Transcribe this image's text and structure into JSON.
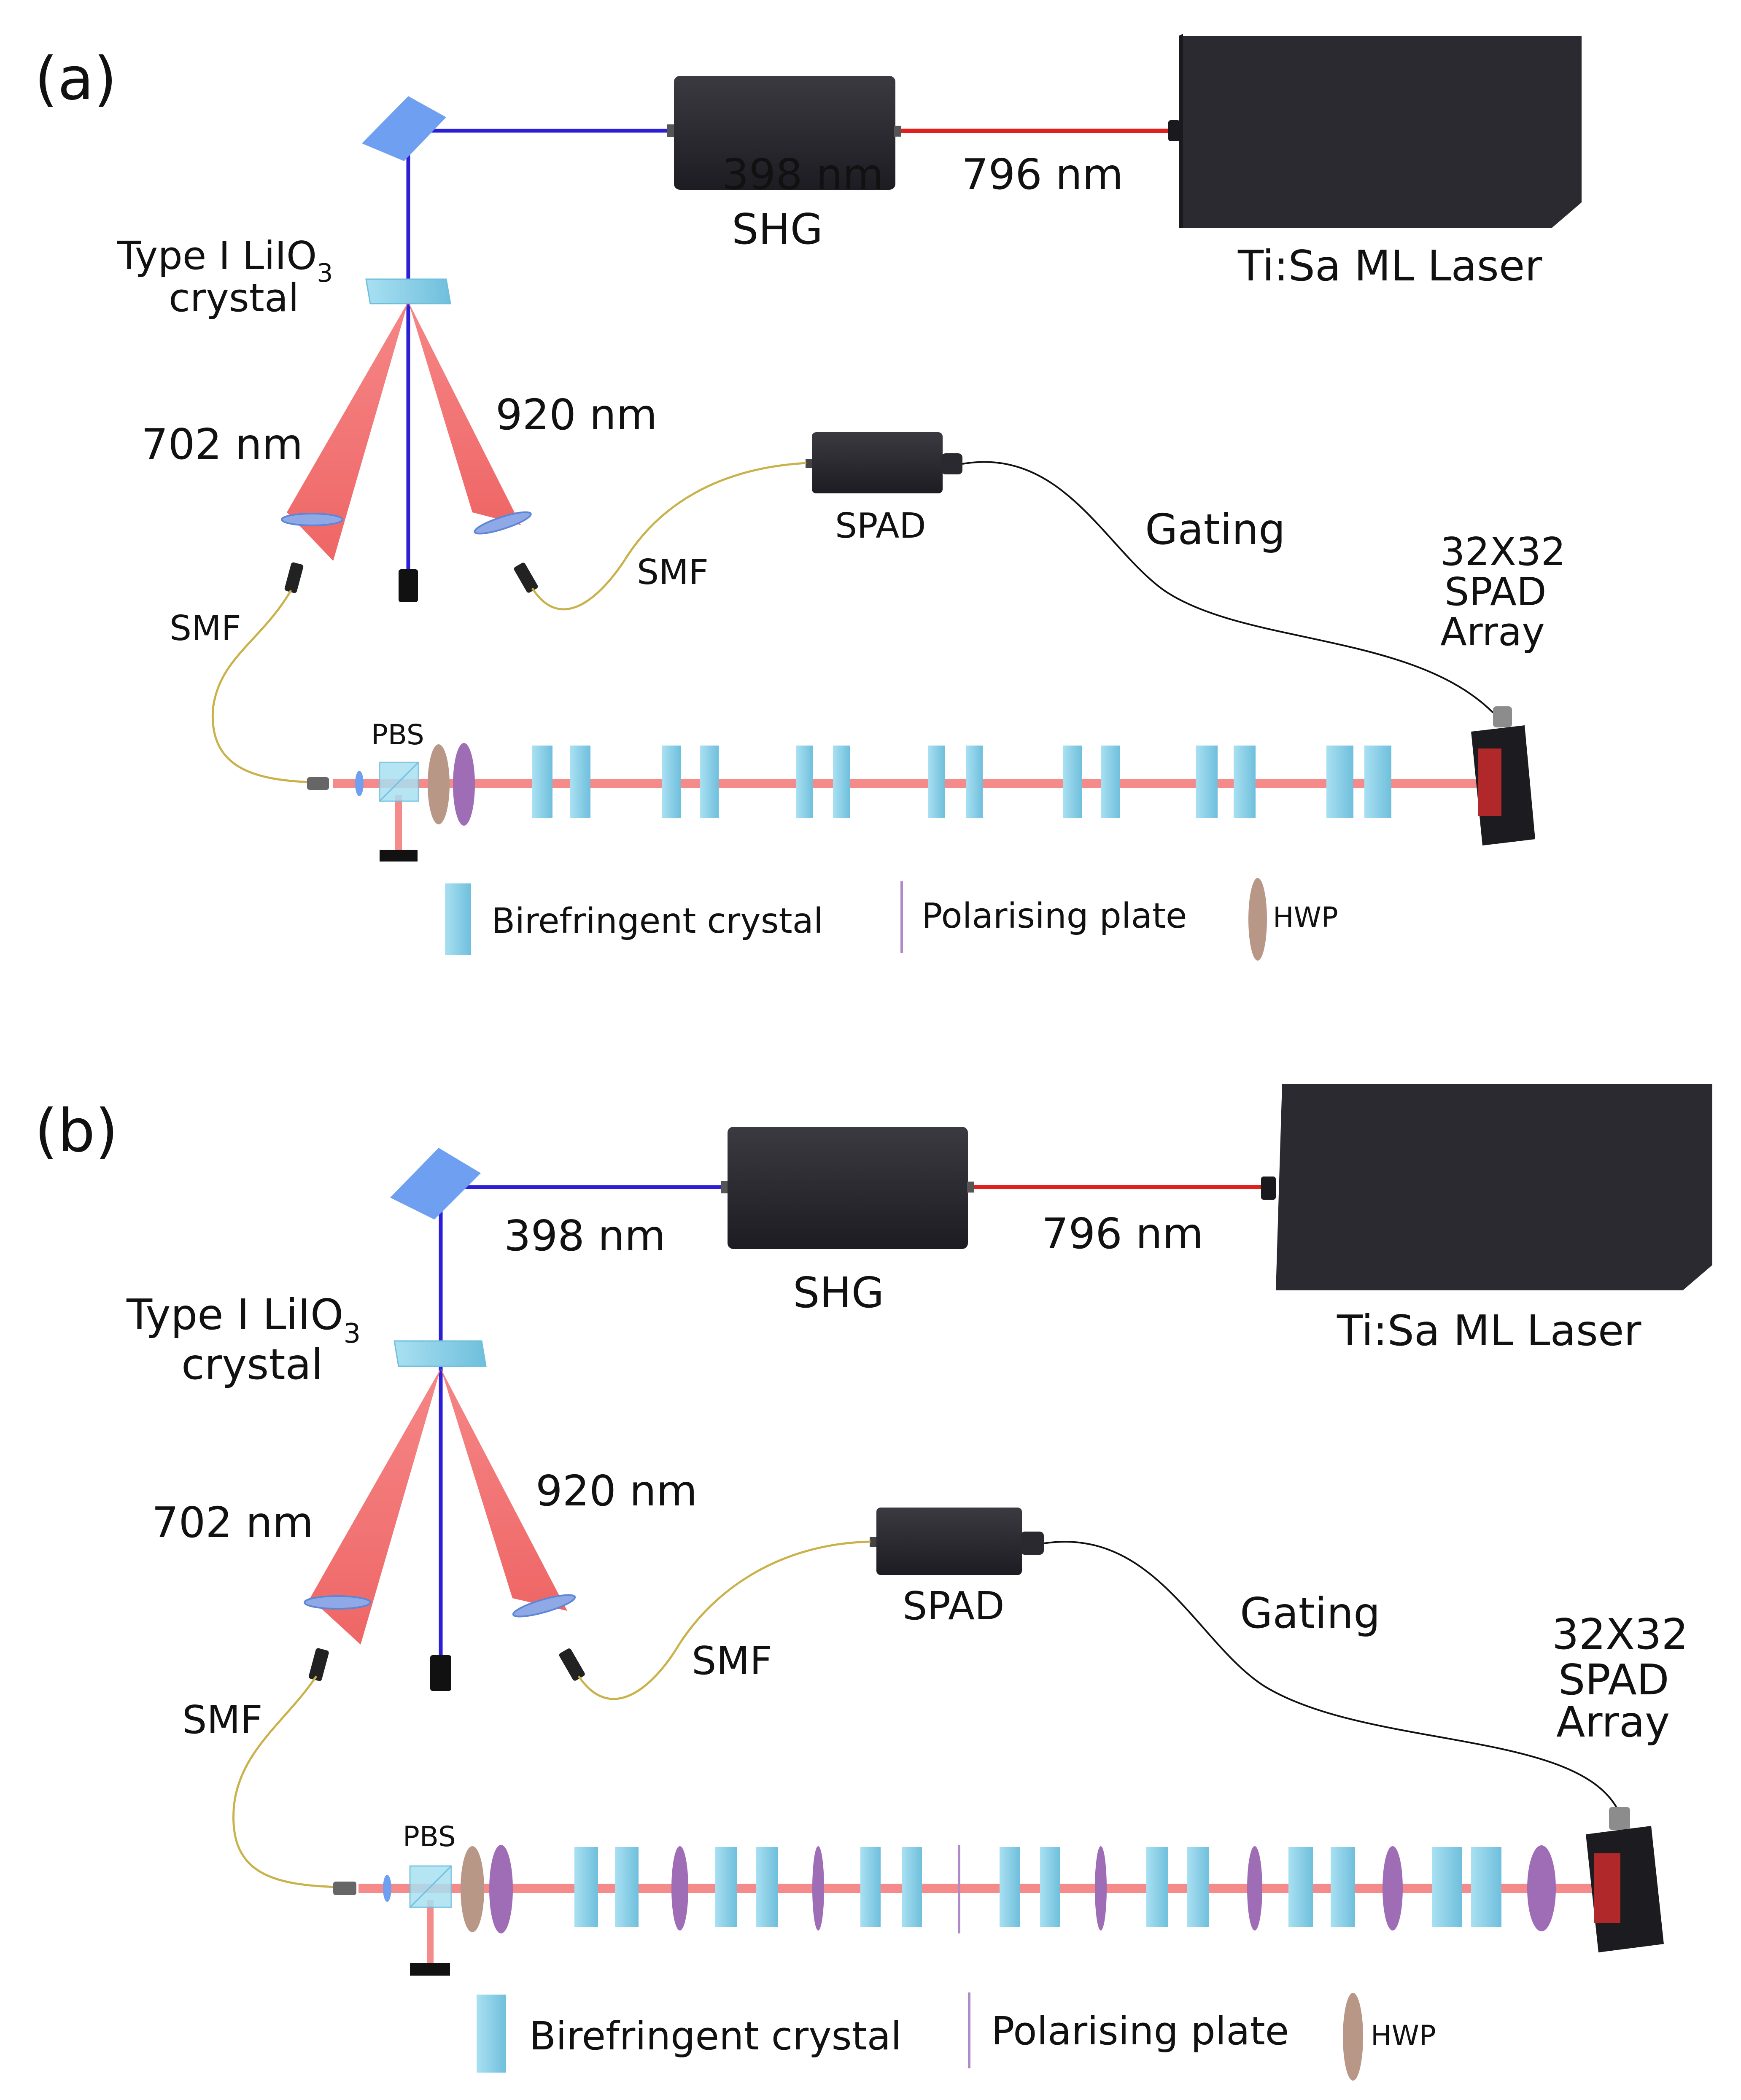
{
  "panels": [
    {
      "id": "a",
      "tag": "(a)",
      "labels": {
        "wl_398": "398 nm",
        "wl_796": "796 nm",
        "shg": "SHG",
        "laser": "Ti:Sa  ML  Laser",
        "crystal_line1": "Type I LiIO",
        "crystal_sub": "3",
        "crystal_line2": "crystal",
        "wl_702": "702 nm",
        "wl_920": "920 nm",
        "spad": "SPAD",
        "gating": "Gating",
        "smf_right": "SMF",
        "smf_left": "SMF",
        "array_line1": "32X32",
        "array_line2": "SPAD",
        "array_line3": "Array",
        "pbs": "PBS"
      },
      "legend": {
        "crystal": "Birefringent crystal",
        "polariser": "Polarising plate",
        "hwp": "HWP"
      }
    },
    {
      "id": "b",
      "tag": "(b)",
      "labels": {
        "wl_398": "398 nm",
        "wl_796": "796 nm",
        "shg": "SHG",
        "laser": "Ti:Sa  ML  Laser",
        "crystal_line1": "Type I LiIO",
        "crystal_sub": "3",
        "crystal_line2": "crystal",
        "wl_702": "702 nm",
        "wl_920": "920 nm",
        "spad": "SPAD",
        "gating": "Gating",
        "smf_right": "SMF",
        "smf_left": "SMF",
        "array_line1": "32X32",
        "array_line2": "SPAD",
        "array_line3": "Array",
        "pbs": "PBS"
      },
      "legend": {
        "crystal": "Birefringent crystal",
        "polariser": "Polarising plate",
        "hwp": "HWP"
      }
    }
  ],
  "colors": {
    "pump_beam": "#2a1fd6",
    "laser_beam": "#e0201c",
    "photon_cone": "#f26f6f",
    "signal_beam": "#f58a8a",
    "fiber": "#c9b24a",
    "device_body": "#2b2a30",
    "crystal": "#8fd3ea",
    "hwp": "#b99787",
    "polariser": "#9e6db5",
    "mirror": "#6f9ff0"
  }
}
